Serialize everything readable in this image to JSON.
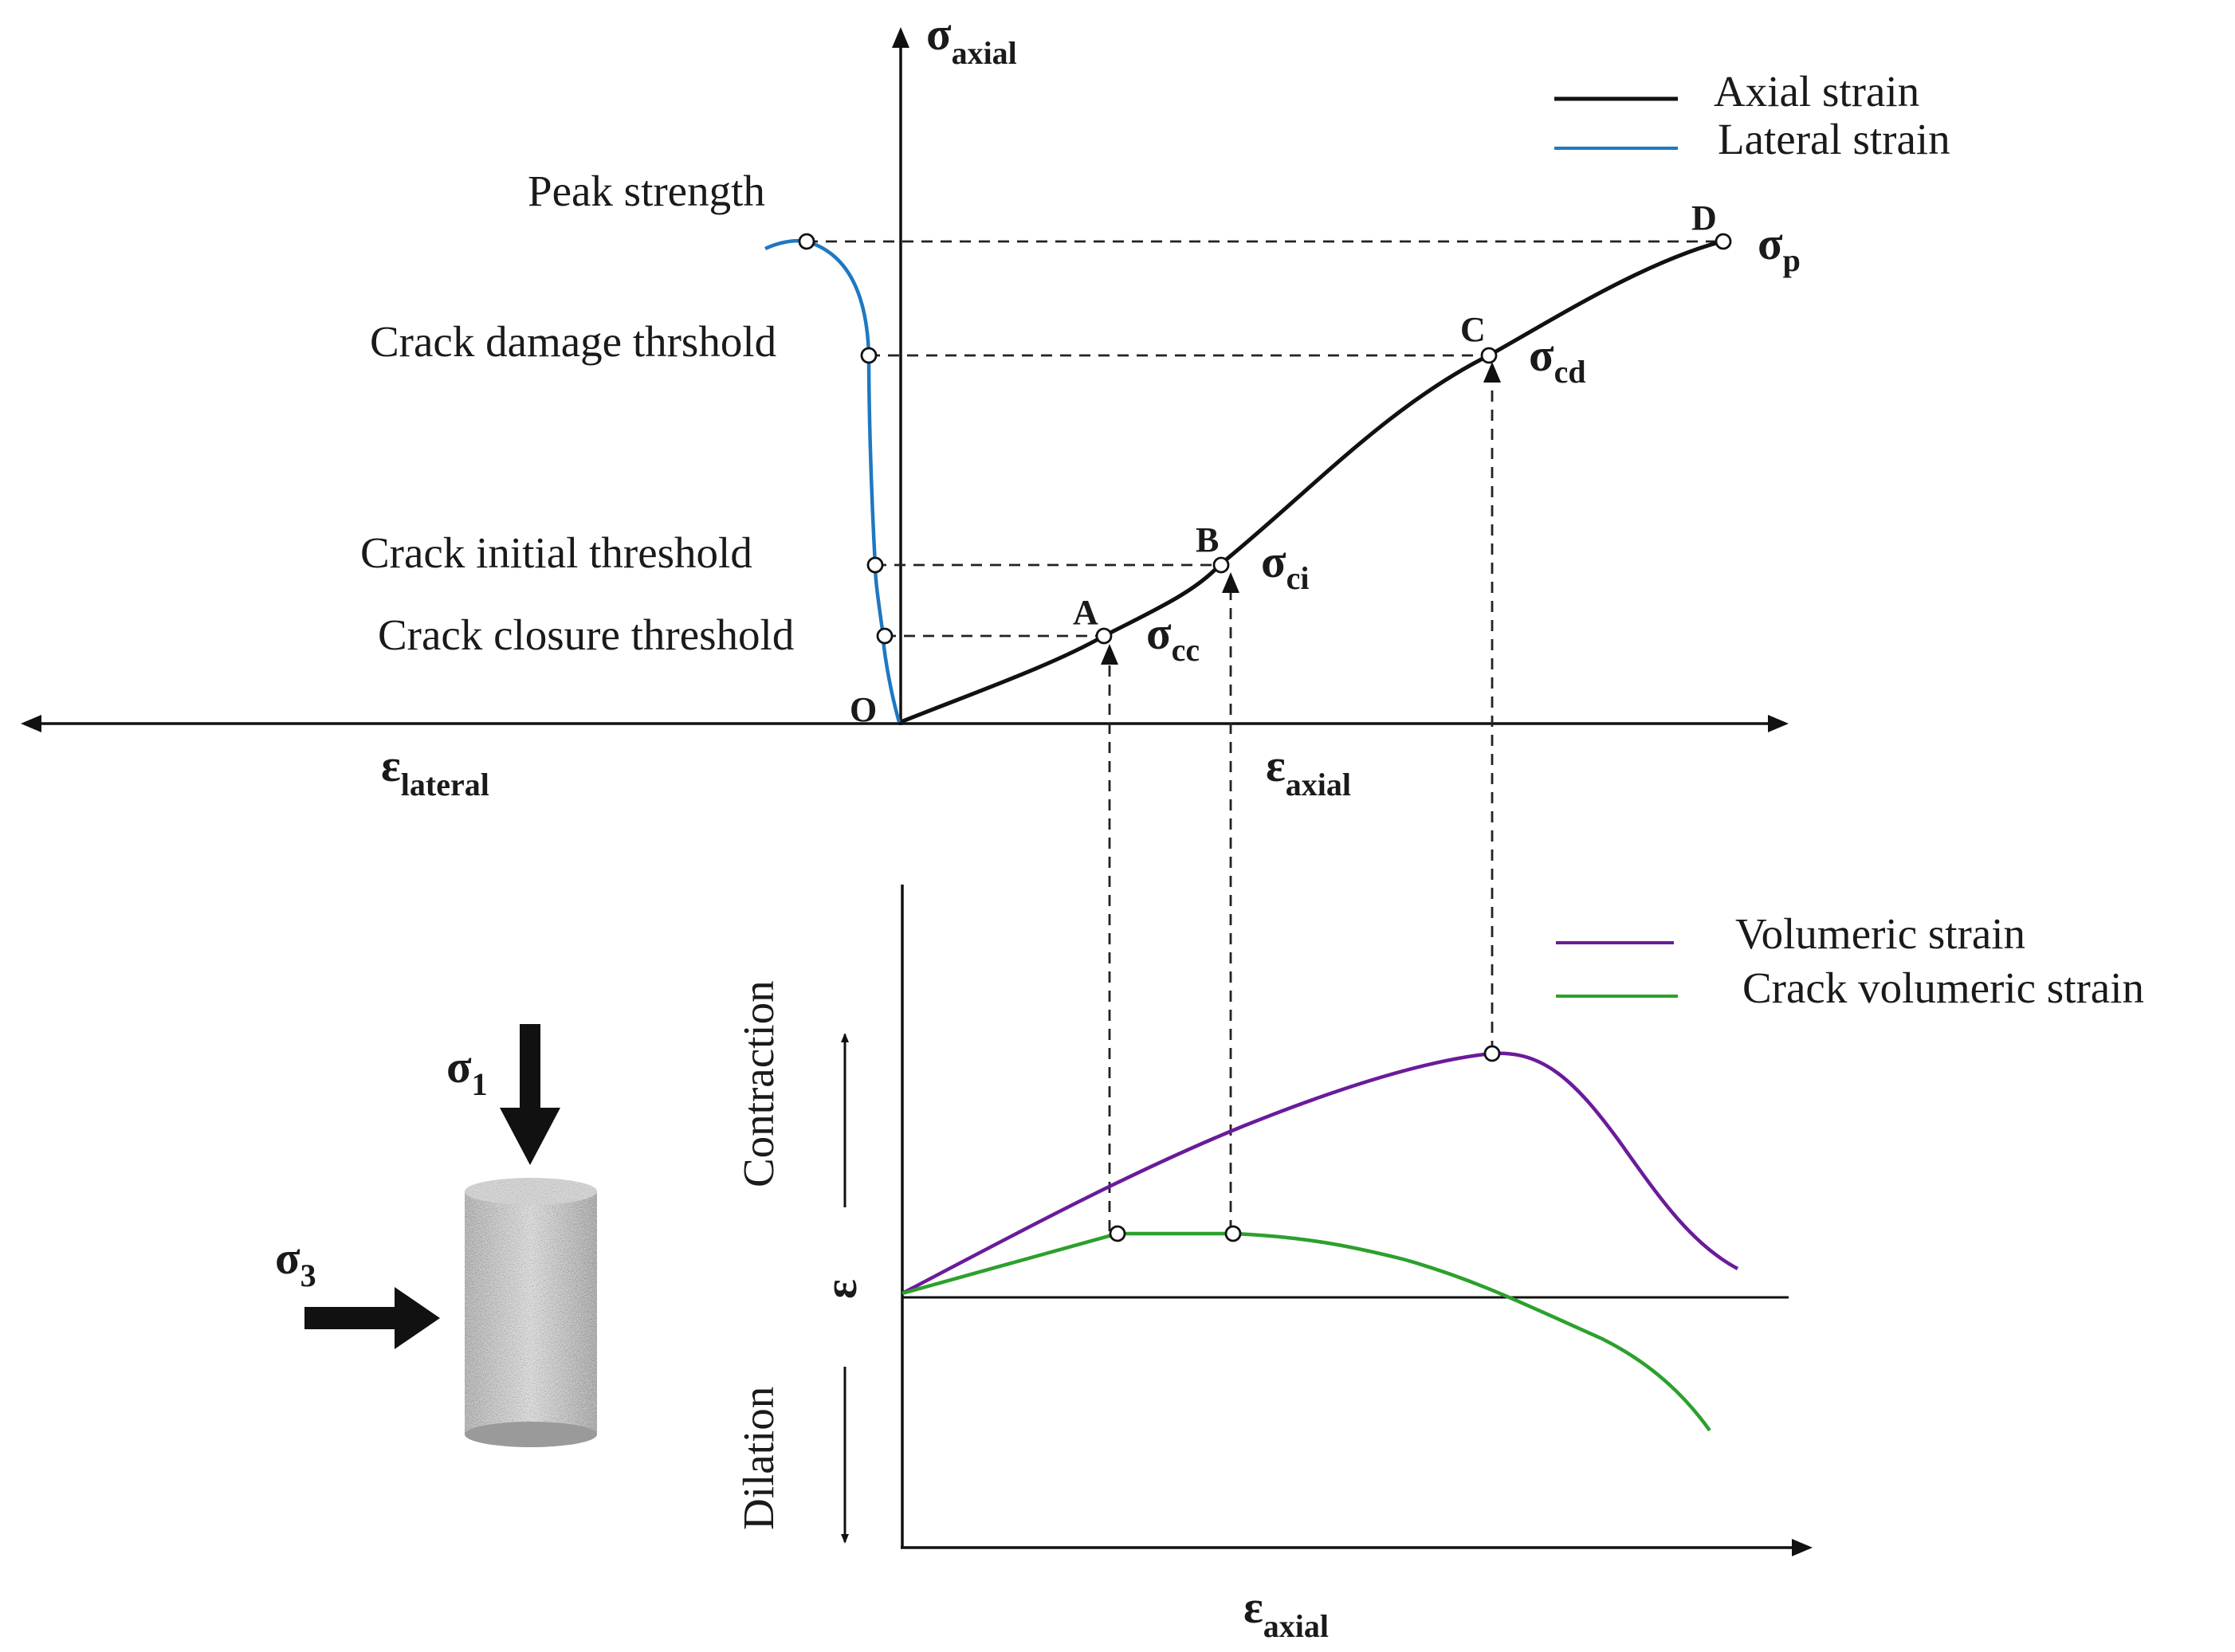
{
  "top_chart": {
    "y_axis": {
      "label": "σ",
      "label_sub": "axial"
    },
    "x_axis_right": {
      "label": "ε",
      "label_sub": "axial"
    },
    "x_axis_left": {
      "label": "ε",
      "label_sub": "lateral"
    },
    "origin": "O",
    "legend": [
      {
        "label": "Axial strain",
        "color": "#111111"
      },
      {
        "label": "Lateral strain",
        "color": "#1f78c1"
      }
    ],
    "thresholds": [
      {
        "name": "Peak strength",
        "point": "D",
        "symbol": "σ",
        "symbol_sub": "p"
      },
      {
        "name": "Crack damage thrshold",
        "point": "C",
        "symbol": "σ",
        "symbol_sub": "cd"
      },
      {
        "name": "Crack initial threshold",
        "point": "B",
        "symbol": "σ",
        "symbol_sub": "ci"
      },
      {
        "name": "Crack closure threshold",
        "point": "A",
        "symbol": "σ",
        "symbol_sub": "cc"
      }
    ]
  },
  "bottom_chart": {
    "y_axis": {
      "label": "ε",
      "up_label": "Contraction",
      "down_label": "Dilation"
    },
    "x_axis": {
      "label": "ε",
      "label_sub": "axial"
    },
    "legend": [
      {
        "label": "Volumeric strain",
        "color": "#6a1b9a"
      },
      {
        "label": "Crack volumeric strain",
        "color": "#2ca02c"
      }
    ]
  },
  "specimen": {
    "sigma1": {
      "label": "σ",
      "sub": "1"
    },
    "sigma3": {
      "label": "σ",
      "sub": "3"
    }
  }
}
